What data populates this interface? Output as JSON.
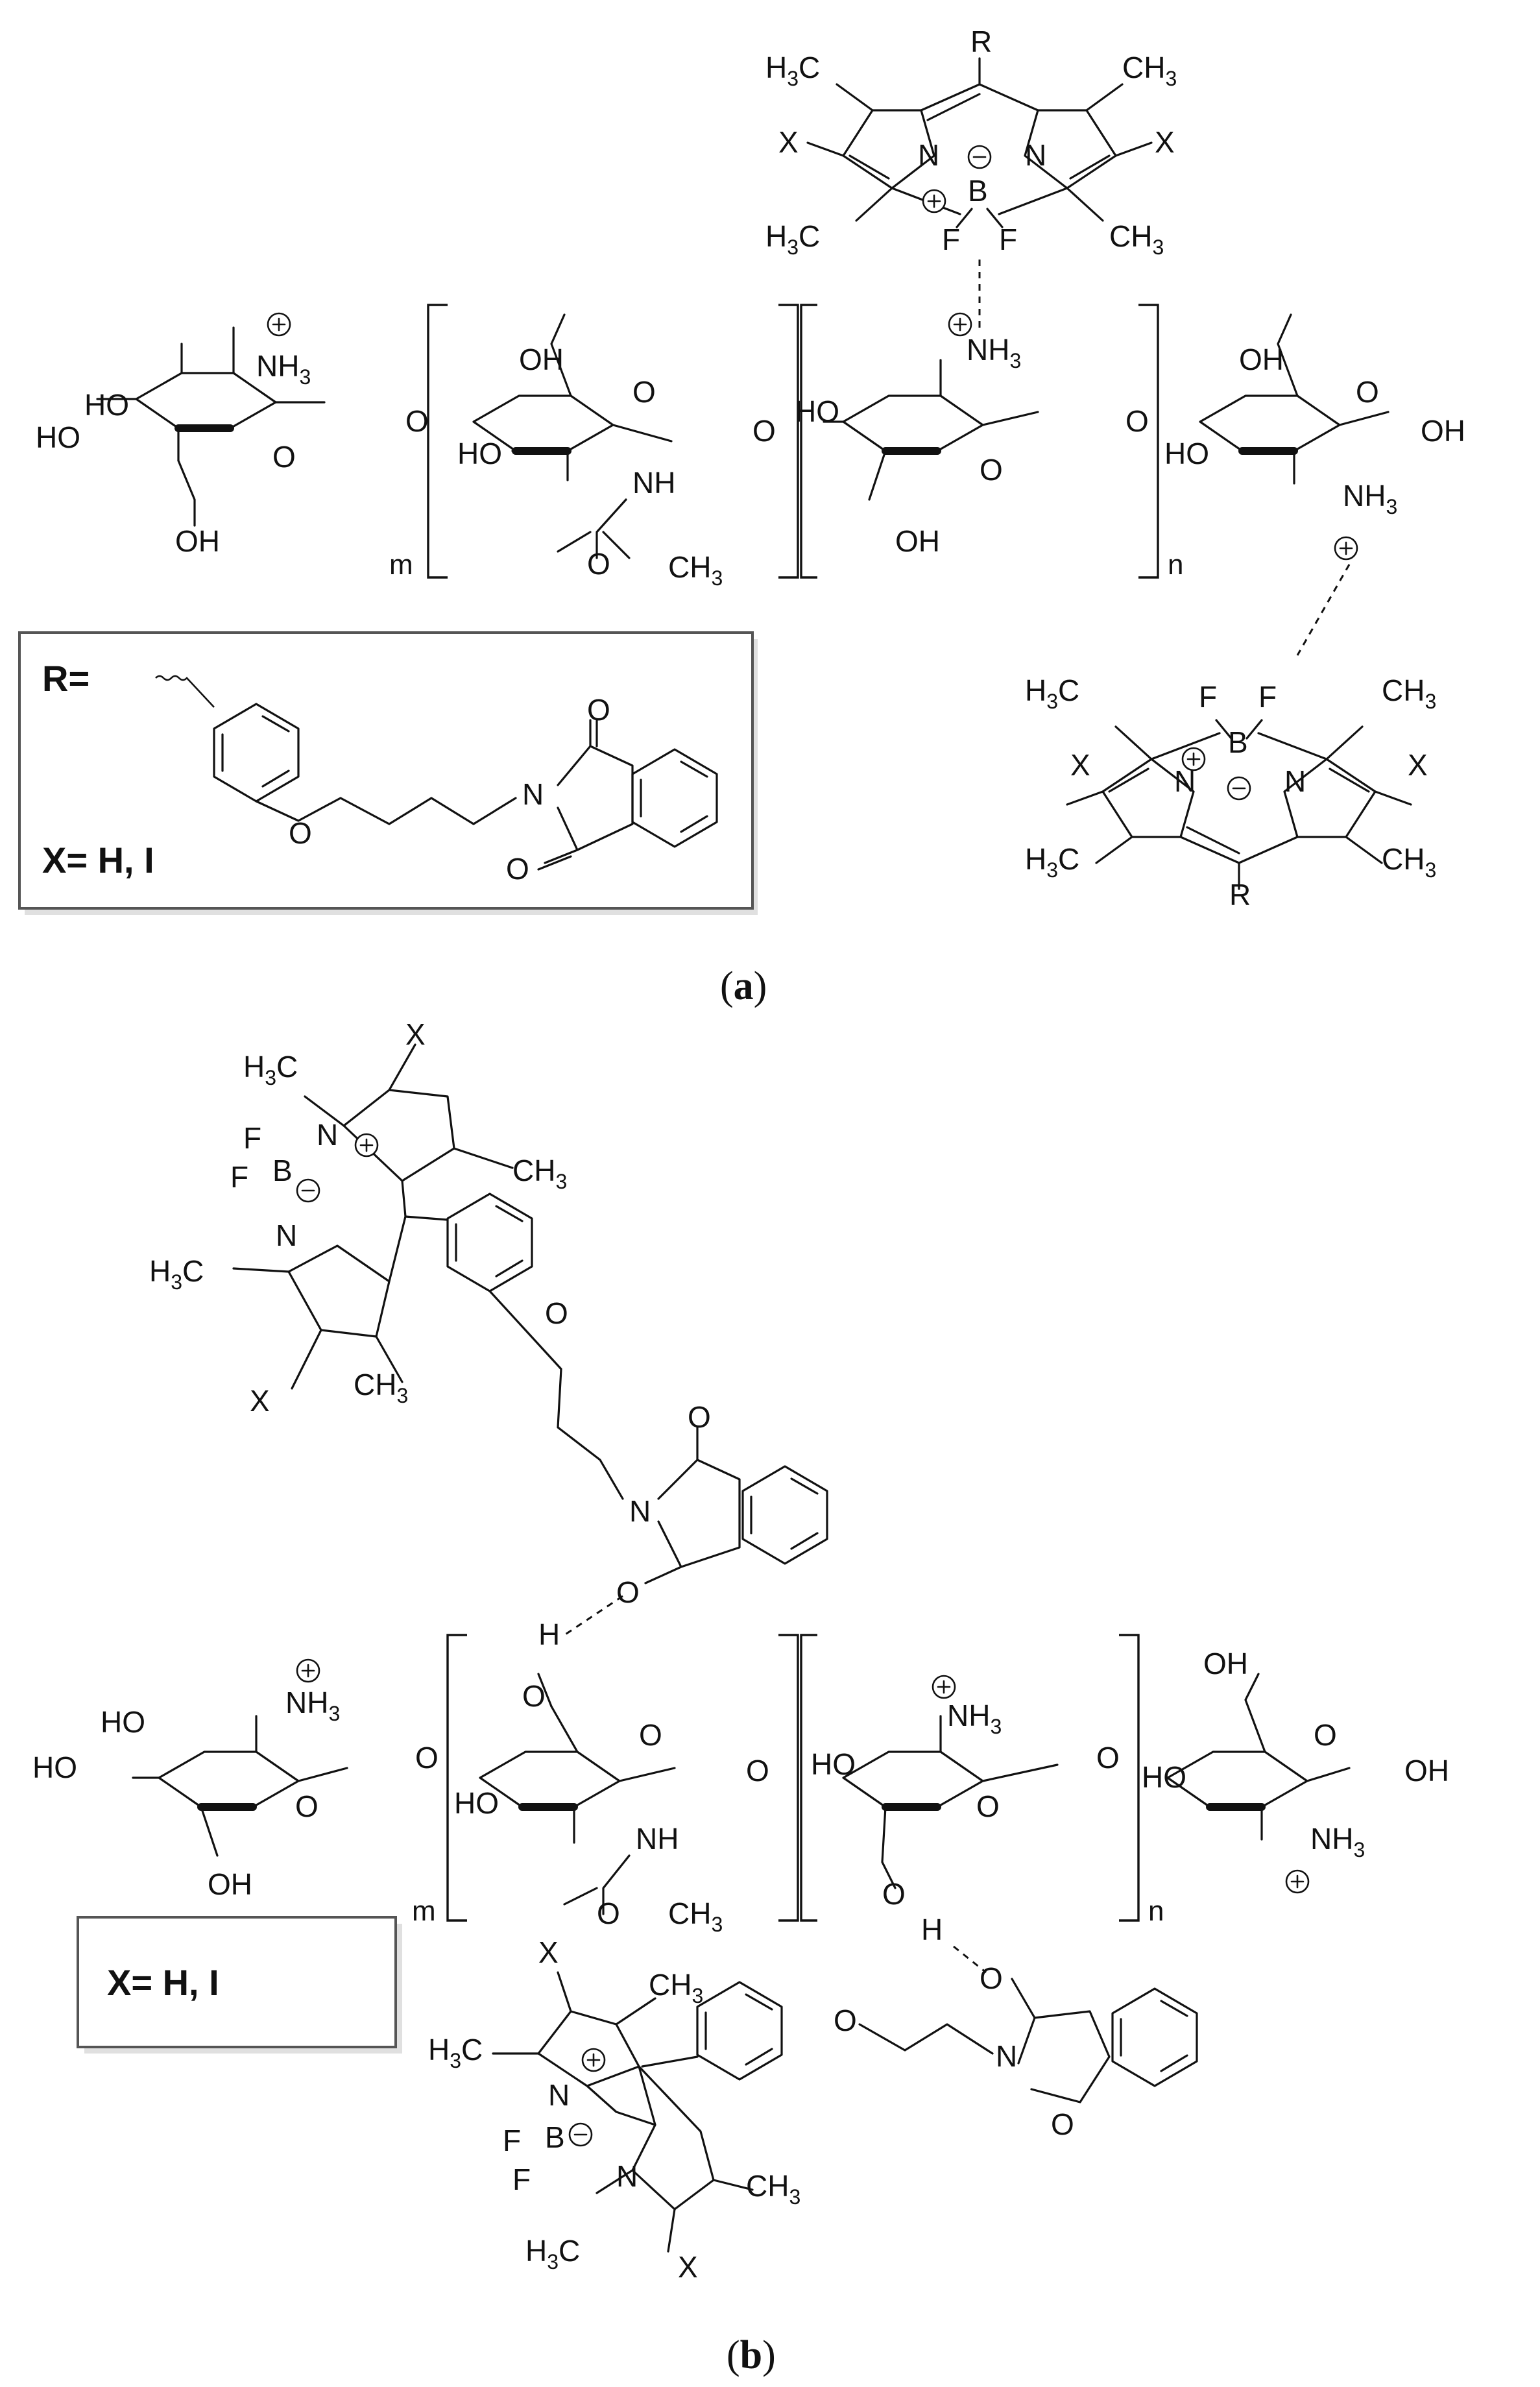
{
  "panels": [
    {
      "letter": "a",
      "legend": {
        "r_label": "R=",
        "x_label": "X=  H, I"
      },
      "indices": {
        "m": "m",
        "n": "n"
      },
      "atoms": {
        "oh": "OH",
        "ho": "HO",
        "nh3": "NH",
        "h3_sub": "3",
        "nh": "NH",
        "o": "O",
        "ch3": "CH",
        "h3c": "H",
        "c": "C",
        "x": "X",
        "r": "R",
        "n": "N",
        "b": "B",
        "f": "F"
      }
    },
    {
      "letter": "b",
      "legend": {
        "x_label": "X= H, I"
      },
      "indices": {
        "m": "m",
        "n": "n"
      },
      "atoms": {
        "h": "H"
      }
    }
  ],
  "labels": {
    "paren_open": "(",
    "paren_close": ")",
    "plus": "+",
    "minus": "−"
  }
}
